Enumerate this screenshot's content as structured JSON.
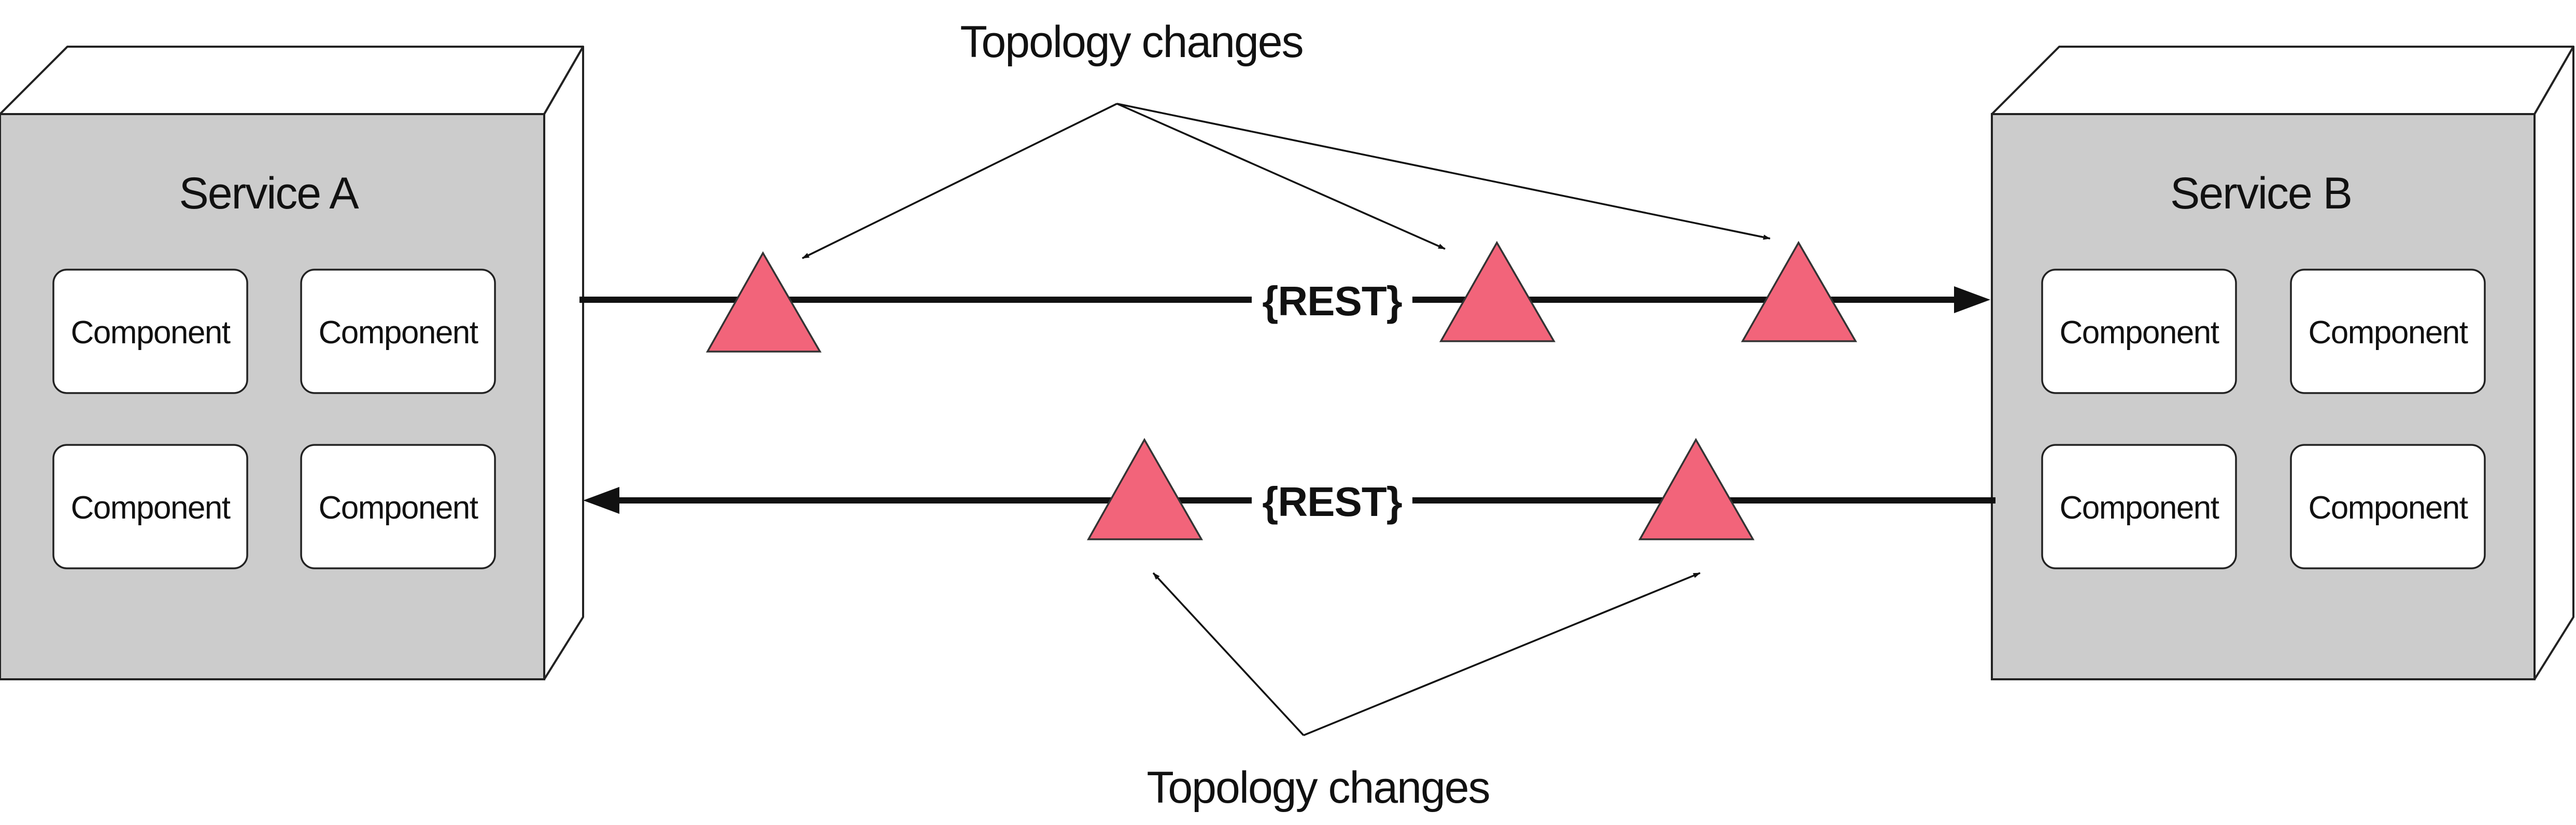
{
  "services": [
    {
      "title": "Service A",
      "components": [
        "Component",
        "Component",
        "Component",
        "Component"
      ]
    },
    {
      "title": "Service B",
      "components": [
        "Component",
        "Component",
        "Component",
        "Component"
      ]
    }
  ],
  "connections": [
    {
      "label": "{REST}",
      "direction": "A-to-B"
    },
    {
      "label": "{REST}",
      "direction": "B-to-A"
    }
  ],
  "annotations": {
    "top": "Topology changes",
    "bottom": "Topology changes"
  },
  "colors": {
    "service_fill": "#cccccc",
    "marker_fill": "#f2647a",
    "line": "#111111"
  }
}
